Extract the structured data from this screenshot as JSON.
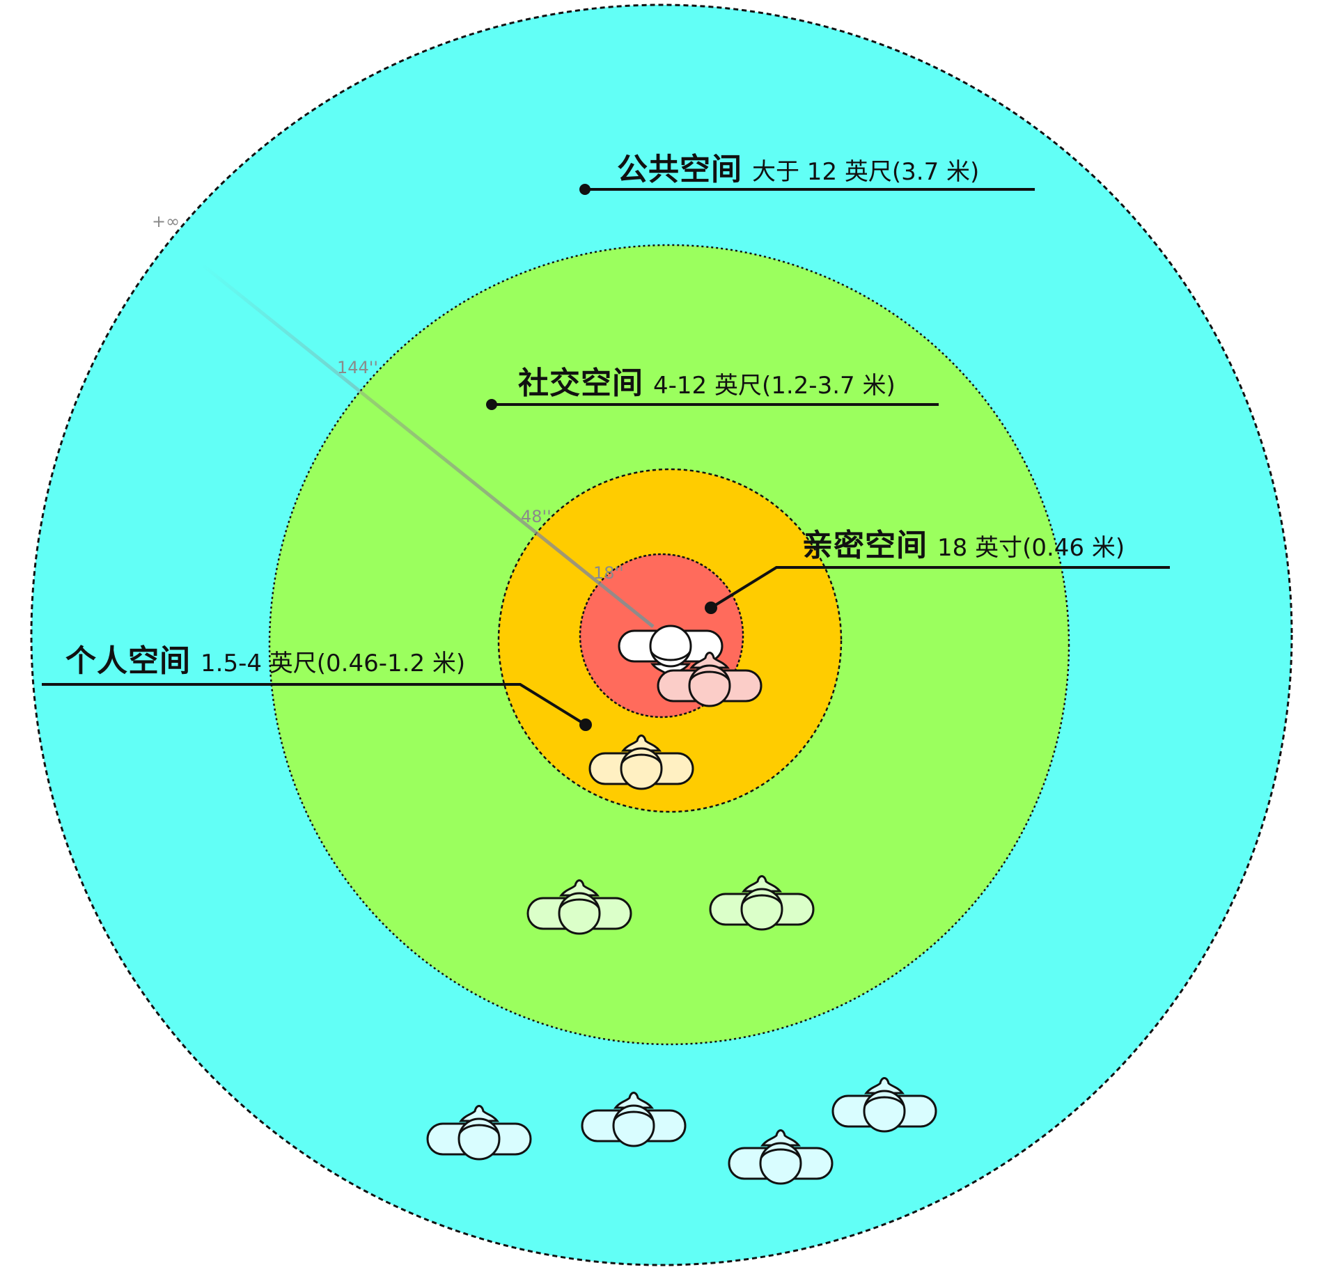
{
  "colors": {
    "public": "#62fff6",
    "social": "#9bff5e",
    "personal": "#ffcc00",
    "intimate": "#ff6b5c",
    "background": "#ffffff",
    "person_center": "#ffffff",
    "person_intimate": "#fbcdc8",
    "person_personal": "#fff0c2",
    "person_social": "#dbffc9",
    "person_public": "#d9fdff",
    "stroke": "#111111",
    "dimension_line": "#8c8c8c"
  },
  "zones": [
    {
      "id": "public",
      "name": "公共空间",
      "range": "大于 12 英尺(3.7 米)"
    },
    {
      "id": "social",
      "name": "社交空间",
      "range": "4-12 英尺(1.2-3.7 米)"
    },
    {
      "id": "intimate",
      "name": "亲密空间",
      "range": "18 英寸(0.46 米)"
    },
    {
      "id": "personal",
      "name": "个人空间",
      "range": "1.5-4 英尺(0.46-1.2 米)"
    }
  ],
  "dimensions": {
    "infinity": "+∞",
    "public_radius": "144''",
    "personal_radius": "48''",
    "intimate_radius": "18''"
  }
}
